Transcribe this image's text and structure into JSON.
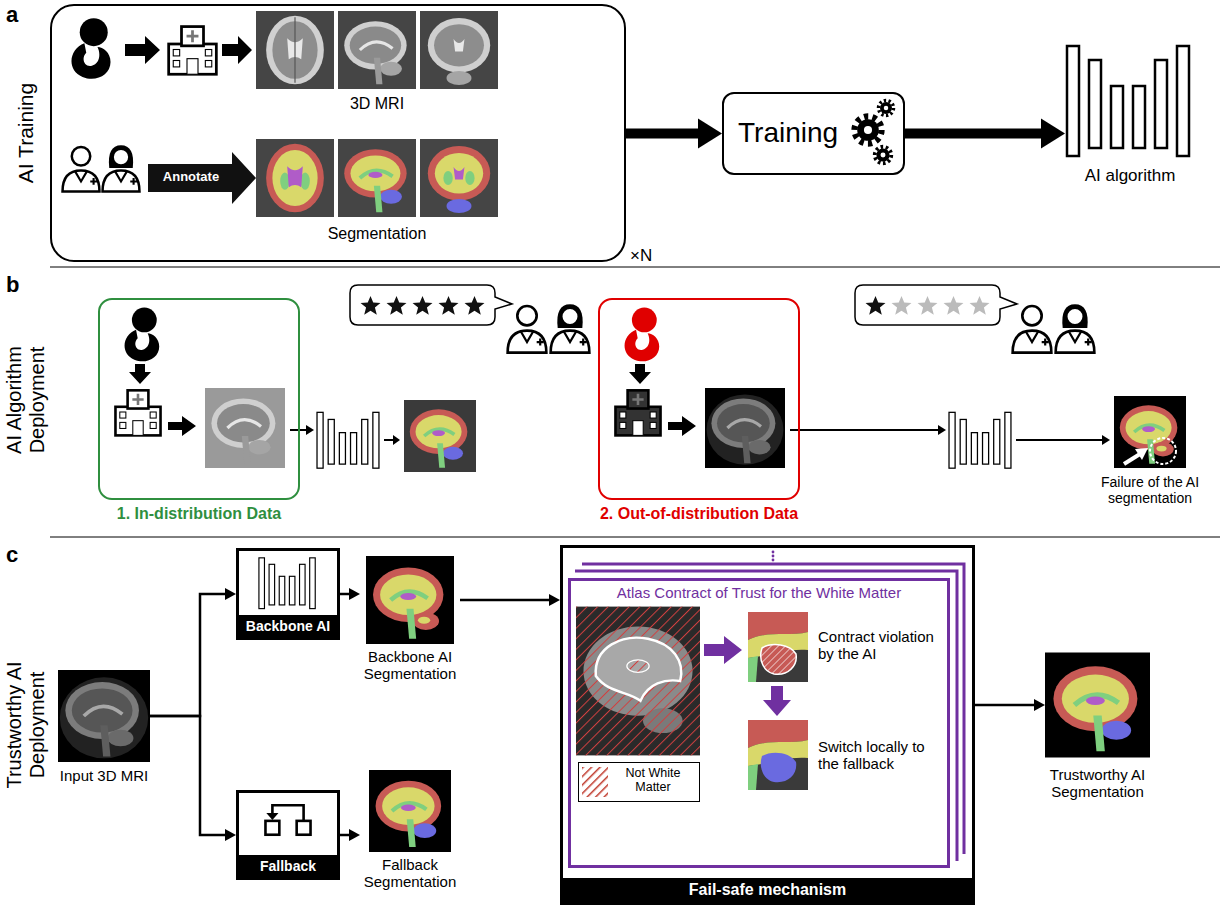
{
  "diagram": {
    "nodes": [
      {
        "text": [
          "3D MRI",
          "Segmentation"
        ]
      },
      {
        "text": [
          "Training"
        ]
      },
      {
        "text": [
          "AI algorithm"
        ]
      },
      {
        "text": [
          "1. In-distribution Data"
        ]
      },
      {
        "text": [
          "2. Out-of-distribution Data"
        ]
      },
      {
        "text": [
          "Input 3D MRI"
        ]
      },
      {
        "text": [
          "Backbone AI"
        ]
      },
      {
        "text": [
          "Fallback"
        ]
      },
      {
        "text": [
          "Backbone AI Segmentation"
        ]
      },
      {
        "text": [
          "Fallback Segmentation"
        ]
      },
      {
        "text": [
          "Fail-safe mechanism"
        ]
      },
      {
        "text": [
          "Atlas Contract of Trust for the White Matter"
        ],
        "in": 10
      },
      {
        "text": [
          "Not White Matter"
        ],
        "in": 11
      },
      {
        "text": [
          "Trustworthy AI Segmentation"
        ]
      }
    ],
    "edges": [
      {
        "from": 0,
        "to": 1,
        "arrow": "to"
      },
      {
        "from": 1,
        "to": 2,
        "arrow": "to"
      },
      {
        "from": 5,
        "to": 6,
        "arrow": "to"
      },
      {
        "from": 5,
        "to": 7,
        "arrow": "to"
      },
      {
        "from": 6,
        "to": 8,
        "arrow": "to"
      },
      {
        "from": 7,
        "to": 9,
        "arrow": "to"
      },
      {
        "from": 8,
        "to": 10,
        "arrow": "to"
      },
      {
        "from": 10,
        "to": 13,
        "arrow": "to"
      }
    ],
    "labels": [
      "a",
      "AI Training",
      "Annotate",
      "×N",
      "b",
      "AI Algorithm Deployment",
      "Failure of the AI segmentation",
      "c",
      "Trustworthy AI Deployment",
      "Contract violation by the AI",
      "Switch locally to the fallback"
    ]
  }
}
